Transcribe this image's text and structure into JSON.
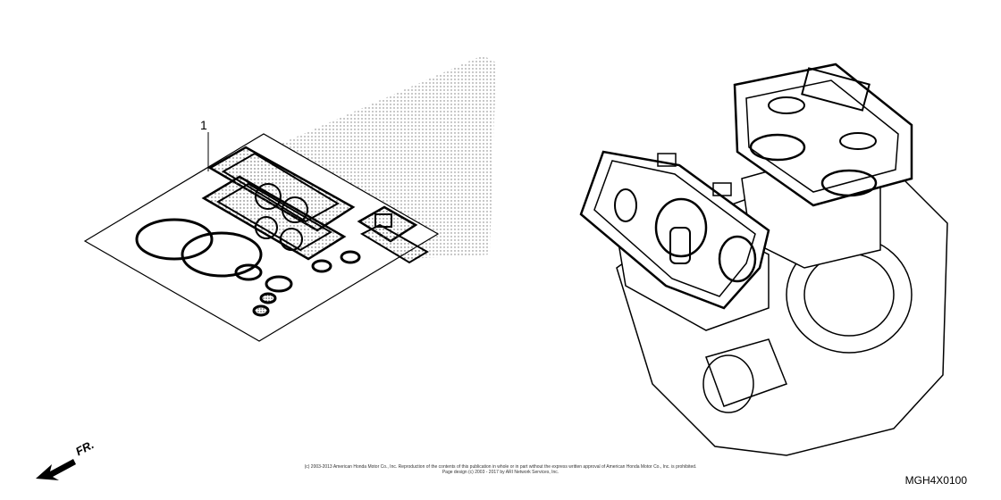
{
  "callout": {
    "number": "1"
  },
  "direction": {
    "label": "FR."
  },
  "copyright": {
    "line1": "(c) 2003-2013 American Honda Motor Co., Inc. Reproduction of the contents of this publication in whole or in part without the express written approval of American Honda Motor Co., Inc. is prohibited.",
    "line2": "Page design (c) 2003 - 2017 by ARI Network Services, Inc."
  },
  "diagram_code": "MGH4X0100",
  "icons": {
    "gasket-kit": "gasket-set-illustration",
    "engine": "v-twin-engine-illustration",
    "direction": "forward-arrow-icon"
  }
}
